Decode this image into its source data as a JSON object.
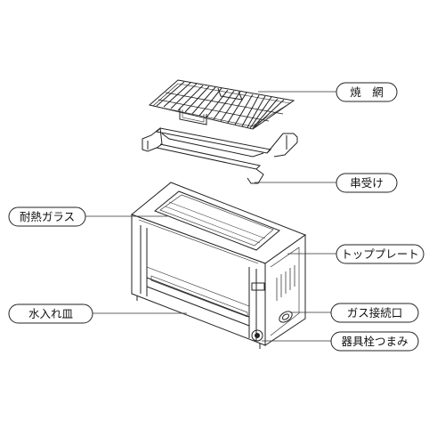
{
  "labels": {
    "grill_net": "焼　網",
    "skewer_rest": "串受け",
    "heat_glass": "耐熱ガラス",
    "top_plate": "トッププレート",
    "water_tray": "水入れ皿",
    "gas_connection": "ガス接続口",
    "valve_knob": "器具栓つまみ"
  },
  "colors": {
    "line": "#222222",
    "pill_fill": "#ffffff",
    "leader": "#333333"
  }
}
